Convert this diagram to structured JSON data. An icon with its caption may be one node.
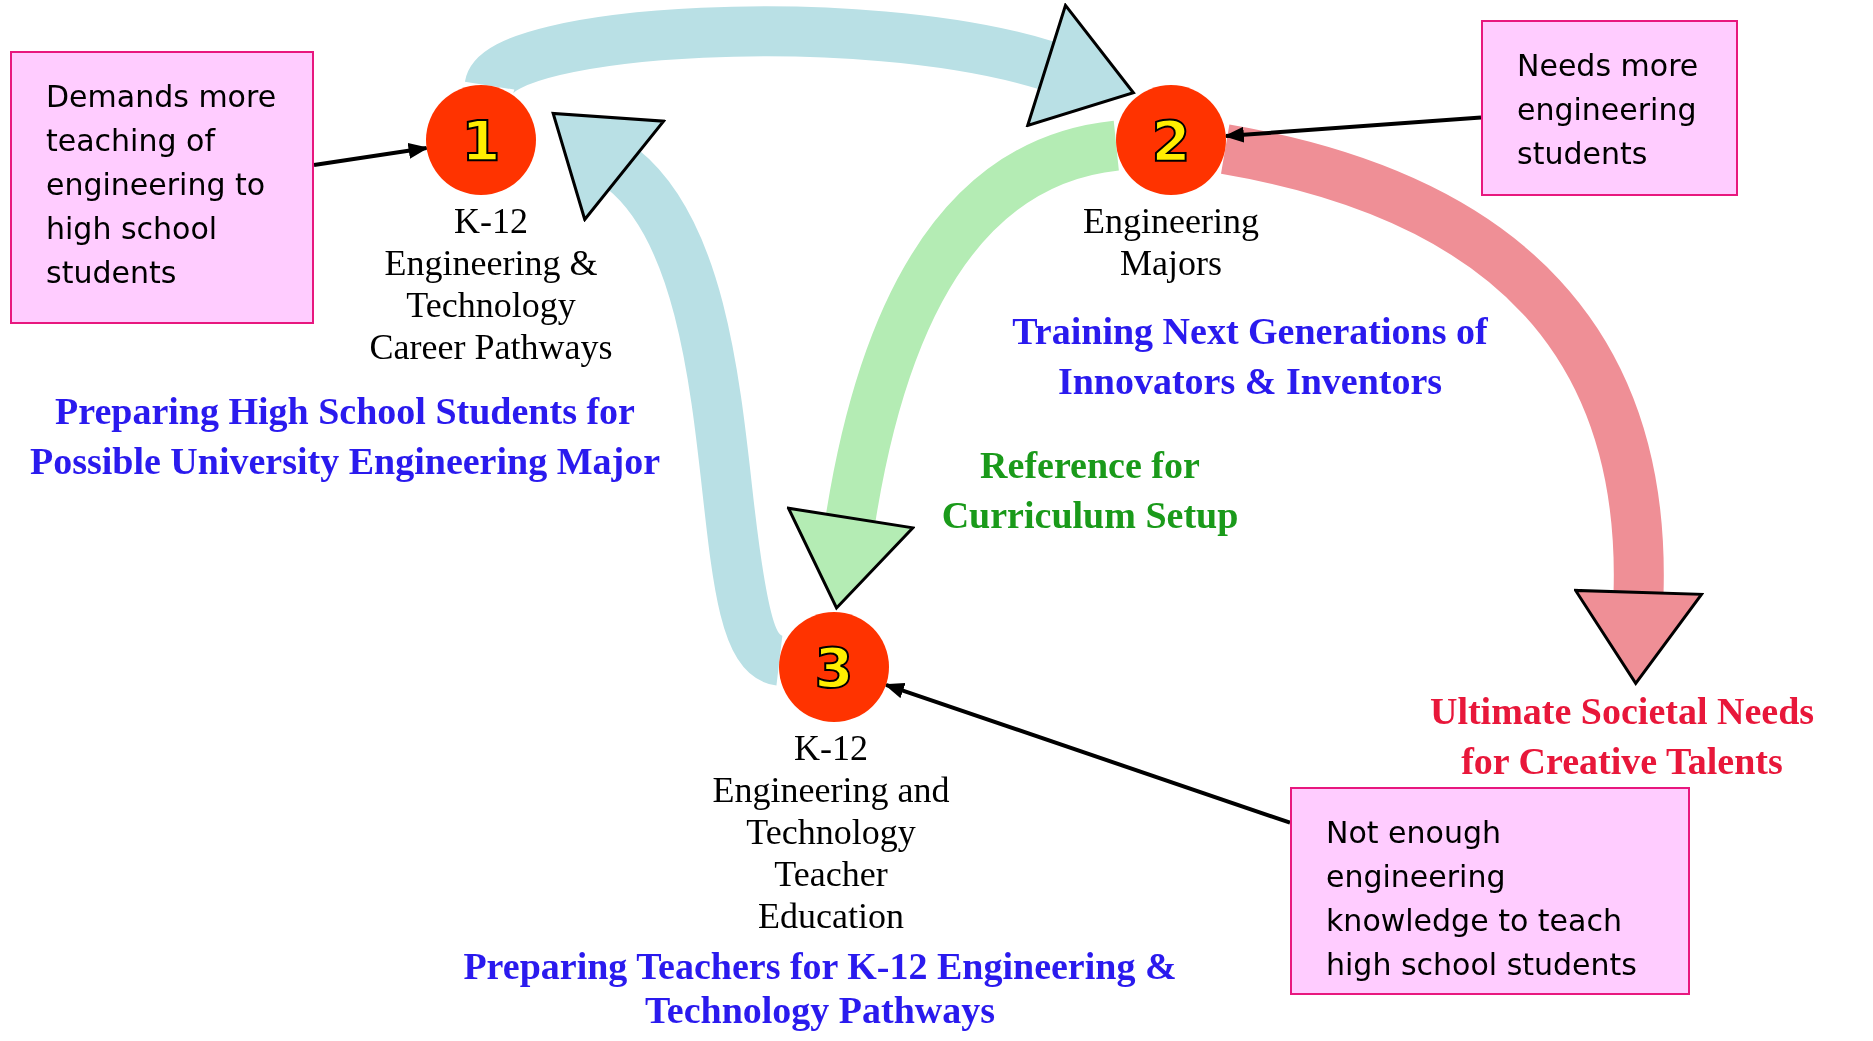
{
  "diagram": {
    "nodes": [
      {
        "text": [
          "1"
        ],
        "beside": [
          "K-12 Engineering & Technology Career Pathways",
          "Preparing High School Students for Possible University Engineering Major"
        ]
      },
      {
        "text": [
          "2"
        ],
        "beside": [
          "Engineering Majors",
          "Training Next Generations of Innovators & Inventors"
        ]
      },
      {
        "text": [
          "3"
        ],
        "beside": [
          "K-12 Engineering and Technology Teacher Education",
          "Preparing Teachers for K-12 Engineering & Technology Pathways"
        ]
      },
      {
        "text": [
          "Demands more teaching of engineering to high school students"
        ]
      },
      {
        "text": [
          "Needs more engineering students"
        ]
      },
      {
        "text": [
          "Not enough engineering knowledge to teach high school students"
        ]
      },
      {
        "text": [
          "Ultimate Societal Needs for Creative Talents"
        ]
      }
    ],
    "edges": [
      {
        "from": 0,
        "to": 1,
        "arrow": "to",
        "color": "#b9e0e5"
      },
      {
        "from": 1,
        "to": 6,
        "arrow": "to",
        "color": "#ef8f96"
      },
      {
        "from": 1,
        "to": 2,
        "arrow": "to",
        "color": "#b4ecb4",
        "label": "Reference for Curriculum Setup"
      },
      {
        "from": 2,
        "to": 0,
        "arrow": "to",
        "color": "#b9e0e5"
      },
      {
        "from": 3,
        "to": 0,
        "arrow": "to"
      },
      {
        "from": 4,
        "to": 1,
        "arrow": "to"
      },
      {
        "from": 5,
        "to": 2,
        "arrow": "to"
      }
    ]
  }
}
